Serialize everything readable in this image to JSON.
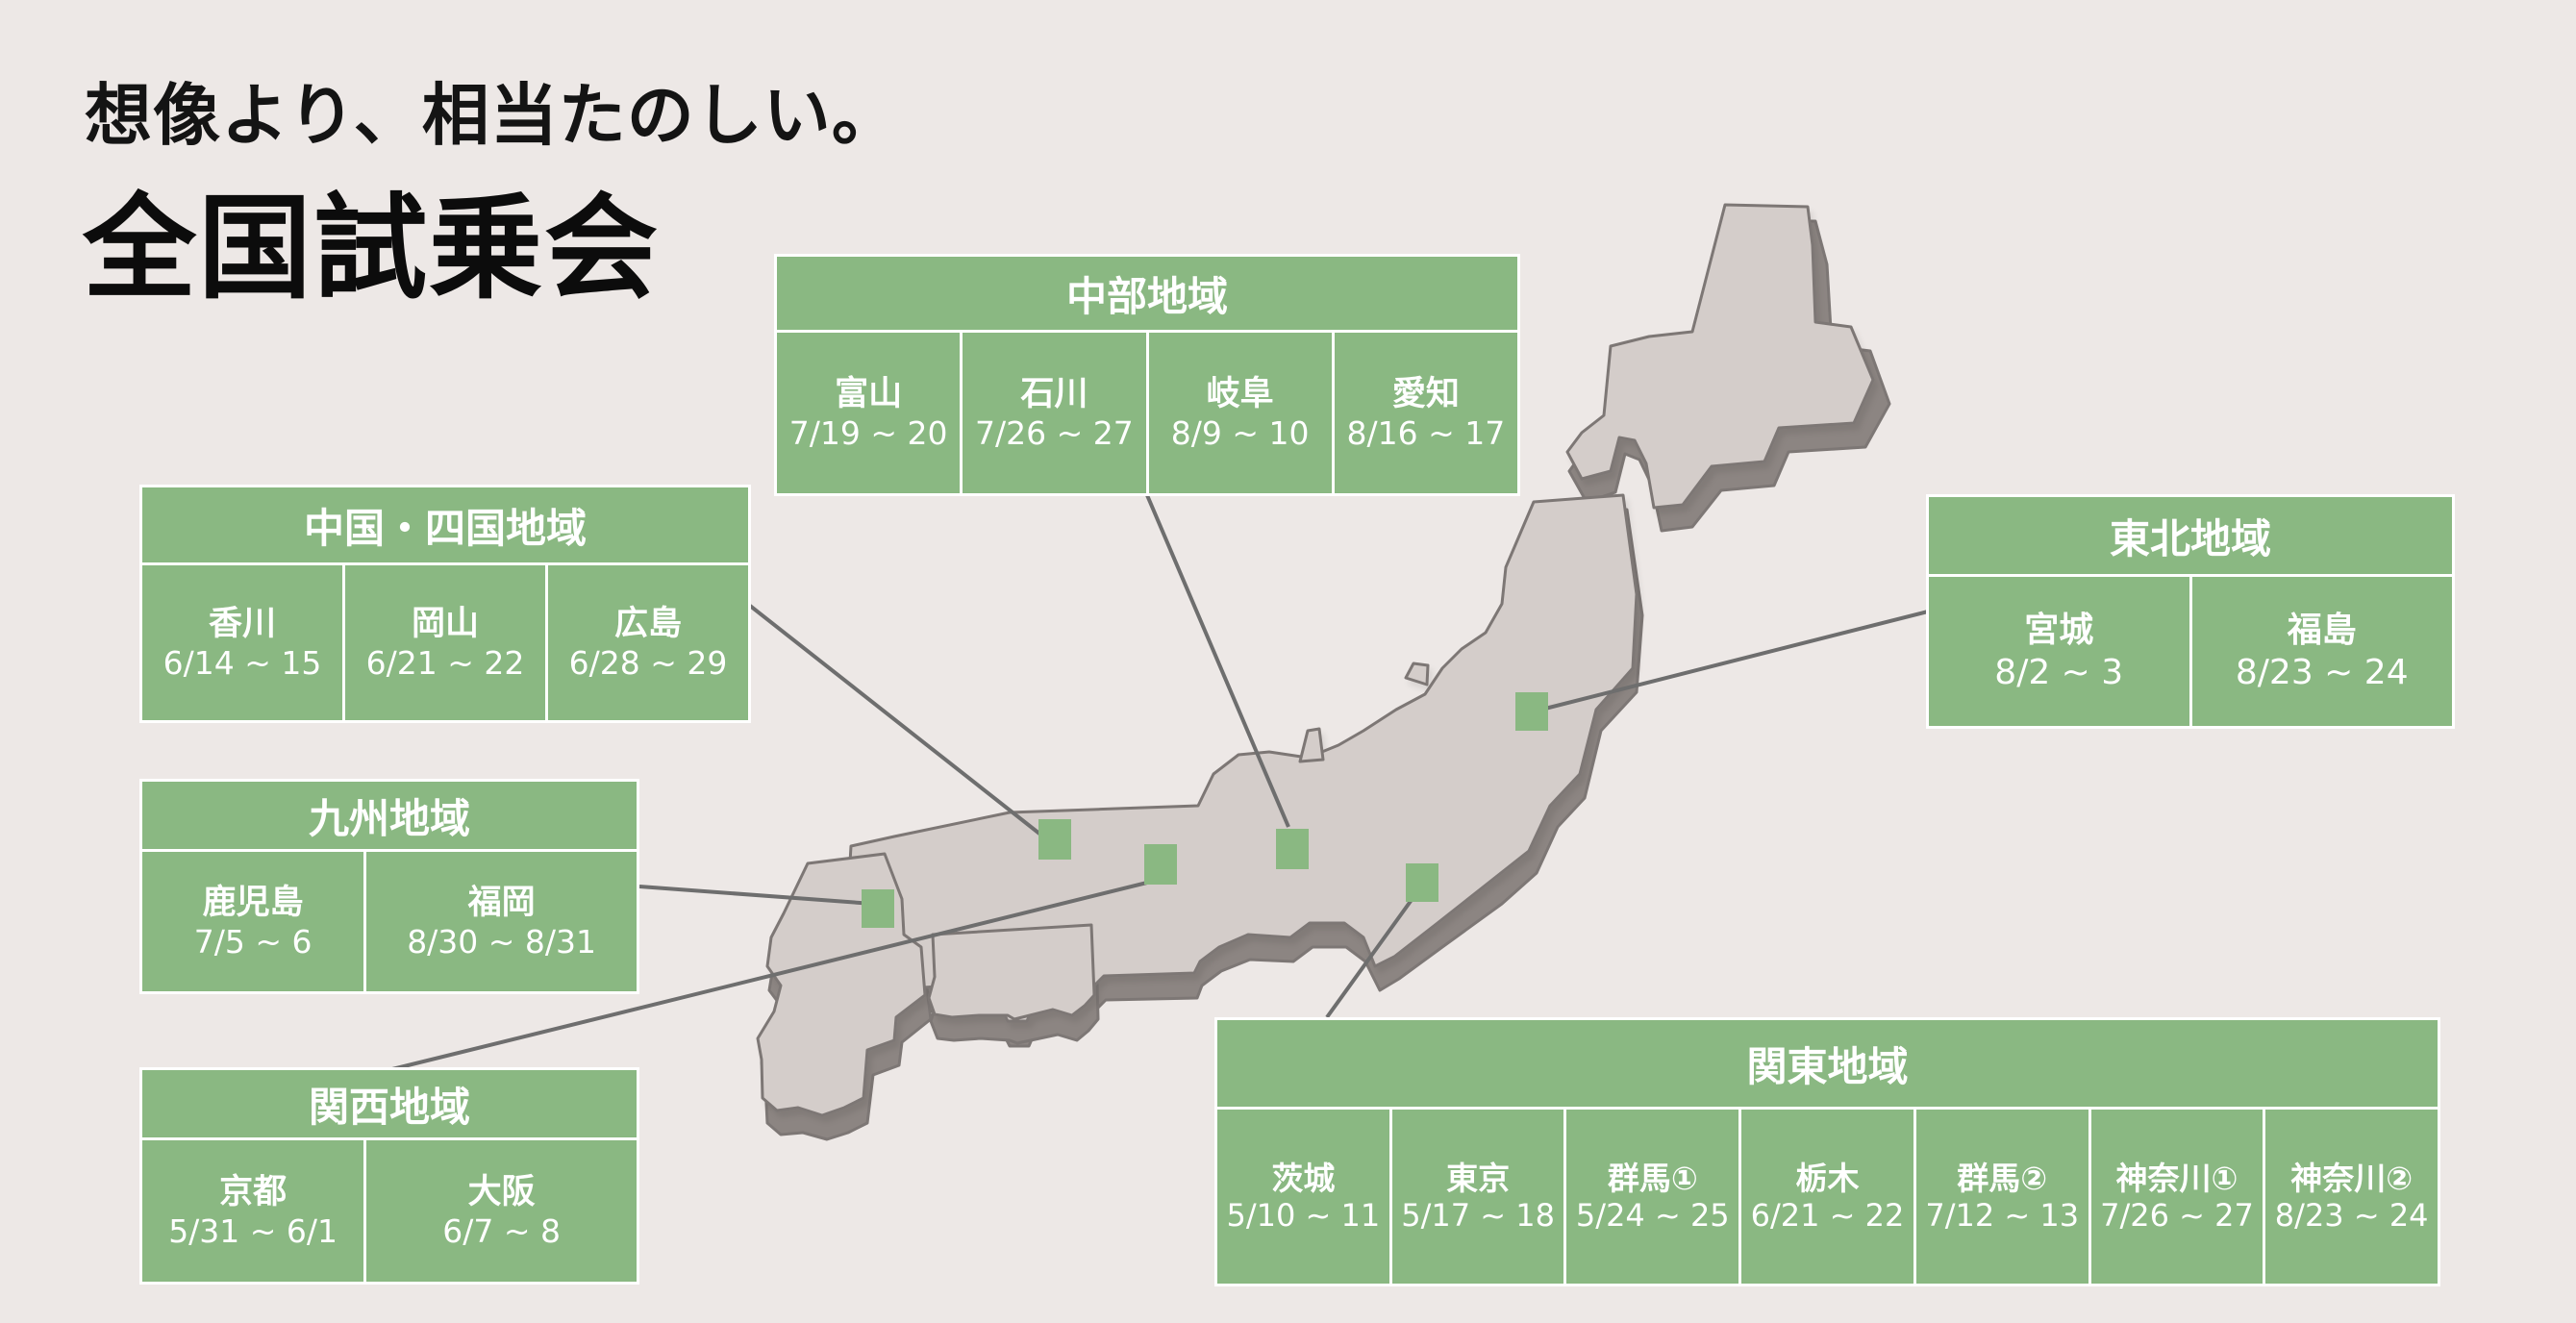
{
  "heading": {
    "subtitle": "想像より、相当たのしい。",
    "title": "全国試乗会"
  },
  "colors": {
    "background": "#ede8e6",
    "region_green": "#8ab882",
    "land_top": "#d4cdca",
    "land_side": "#8c8582",
    "land_outline": "#7d7775",
    "leader_line": "#6e6e6e"
  },
  "regions": {
    "chubu": {
      "name": "中部地域",
      "venues": [
        {
          "name": "富山",
          "dates": "7/19 ~ 20"
        },
        {
          "name": "石川",
          "dates": "7/26 ~ 27"
        },
        {
          "name": "岐阜",
          "dates": "8/9 ~ 10"
        },
        {
          "name": "愛知",
          "dates": "8/16 ~ 17"
        }
      ]
    },
    "chugoku_shikoku": {
      "name": "中国・四国地域",
      "venues": [
        {
          "name": "香川",
          "dates": "6/14 ~ 15"
        },
        {
          "name": "岡山",
          "dates": "6/21 ~ 22"
        },
        {
          "name": "広島",
          "dates": "6/28 ~ 29"
        }
      ]
    },
    "tohoku": {
      "name": "東北地域",
      "venues": [
        {
          "name": "宮城",
          "dates": "8/2 ~ 3"
        },
        {
          "name": "福島",
          "dates": "8/23 ~ 24"
        }
      ]
    },
    "kyushu": {
      "name": "九州地域",
      "venues": [
        {
          "name": "鹿児島",
          "dates": "7/5 ~ 6"
        },
        {
          "name": "福岡",
          "dates": "8/30 ~ 8/31"
        }
      ]
    },
    "kansai": {
      "name": "関西地域",
      "venues": [
        {
          "name": "京都",
          "dates": "5/31 ~ 6/1"
        },
        {
          "name": "大阪",
          "dates": "6/7 ~ 8"
        }
      ]
    },
    "kanto": {
      "name": "関東地域",
      "venues": [
        {
          "name": "茨城",
          "dates": "5/10 ~ 11"
        },
        {
          "name": "東京",
          "dates": "5/17 ~ 18"
        },
        {
          "name": "群馬①",
          "dates": "5/24 ~ 25"
        },
        {
          "name": "栃木",
          "dates": "6/21 ~ 22"
        },
        {
          "name": "群馬②",
          "dates": "7/12 ~ 13"
        },
        {
          "name": "神奈川①",
          "dates": "7/26 ~ 27"
        },
        {
          "name": "神奈川②",
          "dates": "8/23 ~ 24"
        }
      ]
    }
  }
}
